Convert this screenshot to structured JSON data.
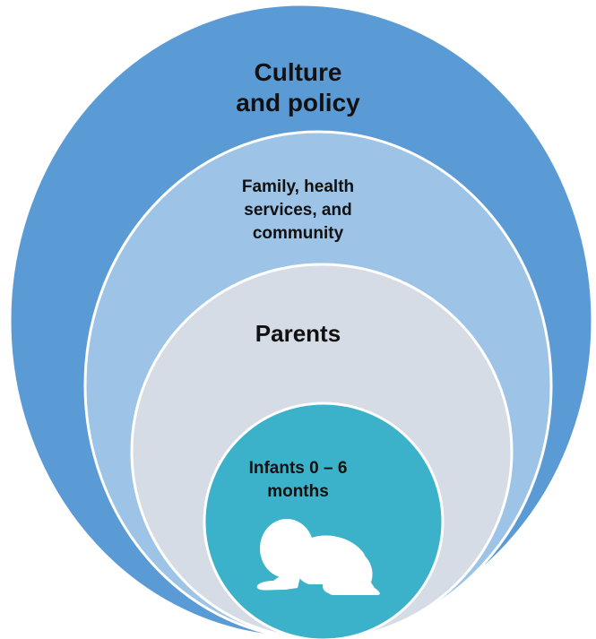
{
  "diagram": {
    "type": "nested-circles",
    "rings": [
      {
        "label": "Culture\nand policy",
        "fill": "#5b9bd5"
      },
      {
        "label": "Family, health\nservices, and\ncommunity",
        "fill": "#9dc3e6"
      },
      {
        "label": "Parents",
        "fill": "#d6dce5"
      },
      {
        "label": "Infants 0 – 6\nmonths",
        "fill": "#3bb2c9"
      }
    ],
    "ring_stroke": "#ffffff",
    "icon": {
      "name": "crawling-baby-icon",
      "color": "#ffffff"
    }
  }
}
